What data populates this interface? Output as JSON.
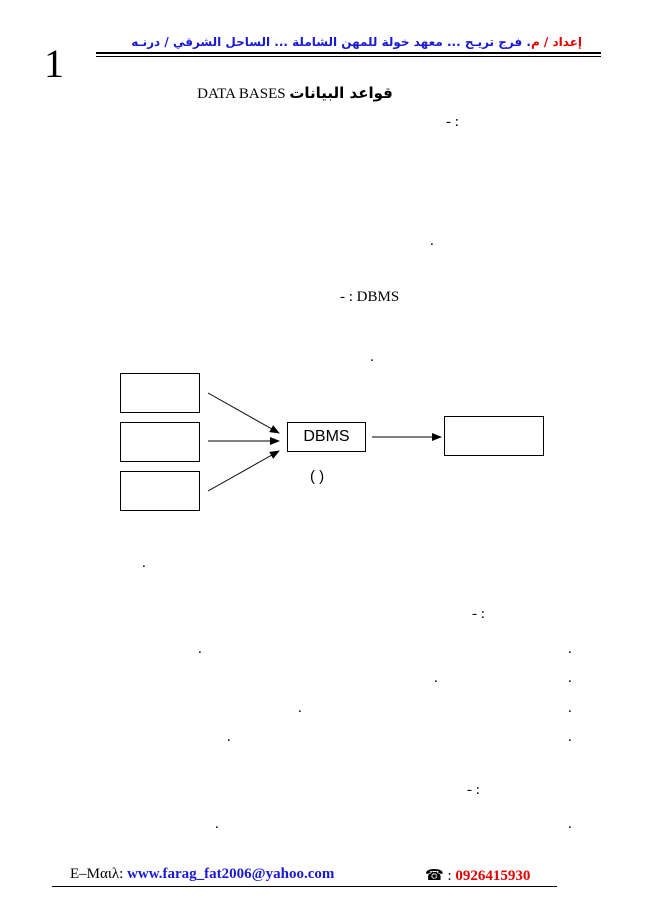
{
  "page": {
    "number": "1"
  },
  "header": {
    "prefix_red": "إعداد / م",
    "text_blue": ". فرج تريـح ... معهد خولة للمهن الشاملة ... الساحل الشرقي / درنـه"
  },
  "title": {
    "arabic": "قواعد البيانات",
    "english": "DATA BASES"
  },
  "texts": {
    "colon_dash_1": "- :",
    "dbms_heading": "- : DBMS",
    "colon_dash_2": "- :",
    "colon_dash_3": "- :",
    "period": "."
  },
  "diagram": {
    "center_label": "DBMS",
    "caption": "(    )"
  },
  "footer": {
    "email_label": "E–Μαιλ:",
    "email": "www.farag_fat2006@yahoo.com",
    "phone_icon": "telephone-icon",
    "phone_sep": ":",
    "phone": "0926415930"
  },
  "colors": {
    "header_red": "#e00000",
    "header_blue": "#1a1ad6",
    "footer_red": "#e00000",
    "footer_blue": "#1a1ad6"
  }
}
